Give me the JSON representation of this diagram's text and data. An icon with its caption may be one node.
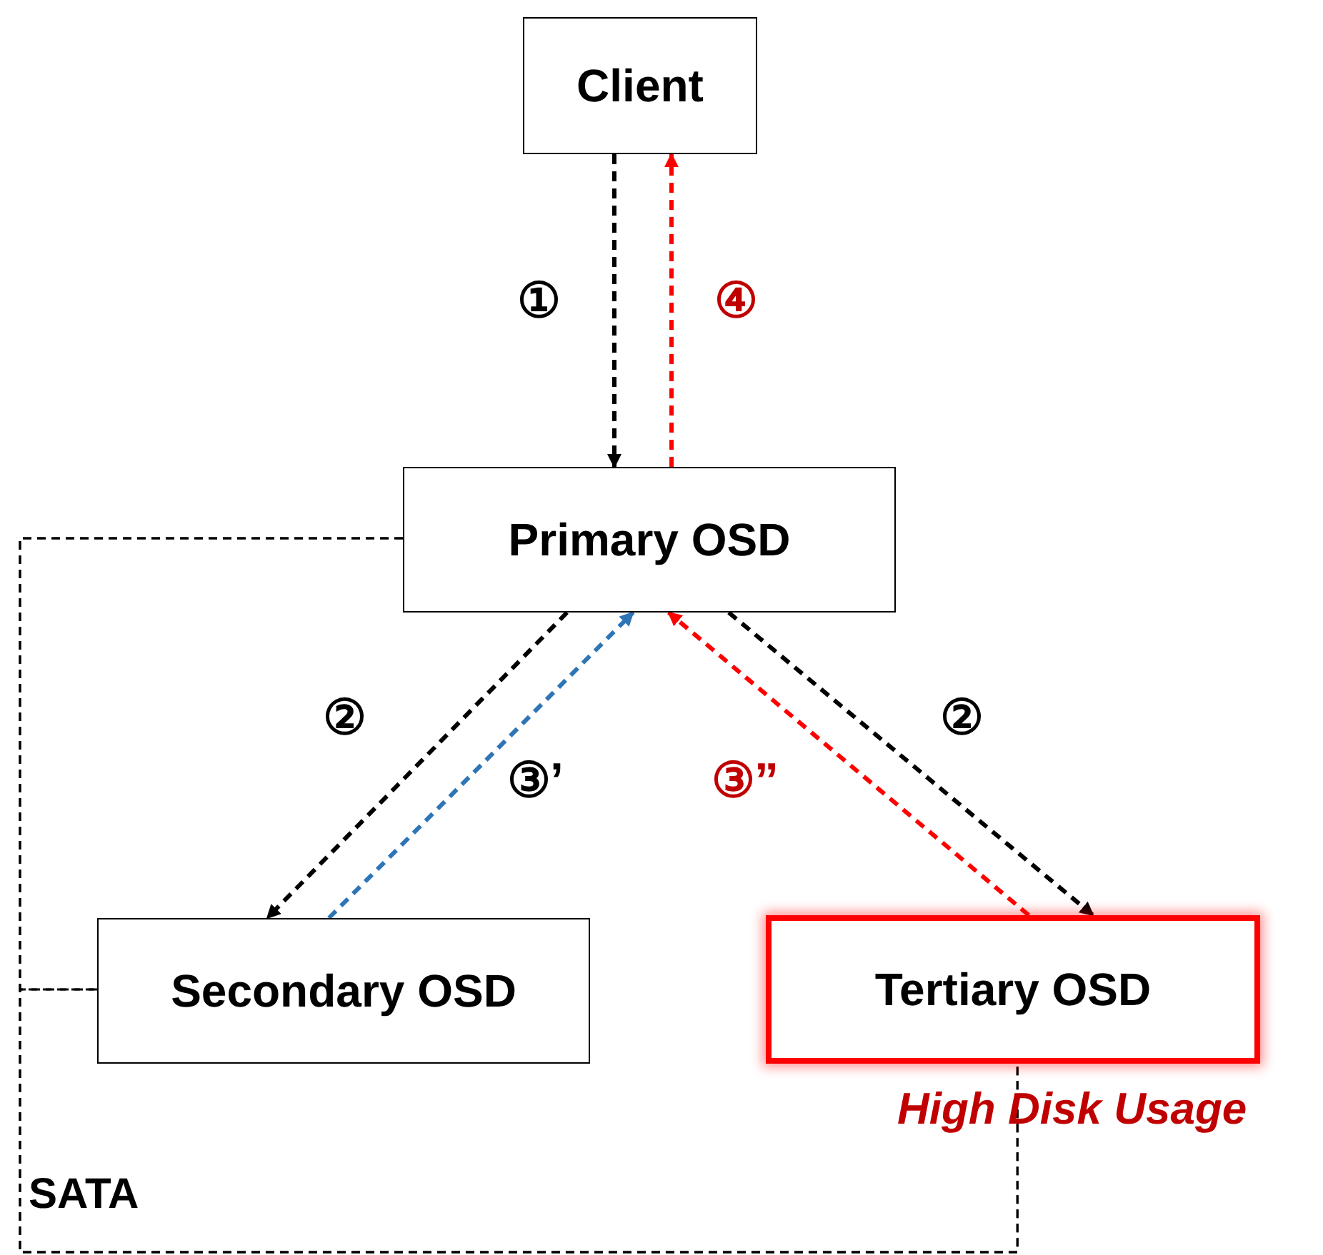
{
  "diagram": {
    "nodes": [
      {
        "text": [
          "Client"
        ]
      },
      {
        "text": [
          "Primary OSD"
        ]
      },
      {
        "text": [
          "Secondary OSD"
        ]
      },
      {
        "text": [
          "Tertiary OSD"
        ],
        "beside": [
          "High Disk Usage"
        ]
      }
    ],
    "edges": [
      {
        "from": 0,
        "to": 1,
        "arrow": "to",
        "label": "①",
        "style": "dashed"
      },
      {
        "from": 1,
        "to": 0,
        "arrow": "to",
        "label": "④",
        "style": "dashed",
        "color": "#ff0000"
      },
      {
        "from": 1,
        "to": 2,
        "arrow": "to",
        "label": "②",
        "style": "dashed"
      },
      {
        "from": 2,
        "to": 1,
        "arrow": "to",
        "label": "③’",
        "style": "dashed",
        "color": "#2e75b6"
      },
      {
        "from": 3,
        "to": 1,
        "arrow": "to",
        "label": "③”",
        "style": "dashed",
        "color": "#ff0000"
      },
      {
        "from": 1,
        "to": 3,
        "arrow": "to",
        "label": "②",
        "style": "dashed"
      },
      {
        "from": 1,
        "to": 3,
        "arrow": "none",
        "style": "dashed"
      },
      {
        "from": 1,
        "to": 2,
        "arrow": "none",
        "style": "dashed"
      },
      {
        "from": 2,
        "to": 3,
        "arrow": "none",
        "style": "dashed"
      }
    ],
    "labels": [
      "SATA"
    ]
  }
}
